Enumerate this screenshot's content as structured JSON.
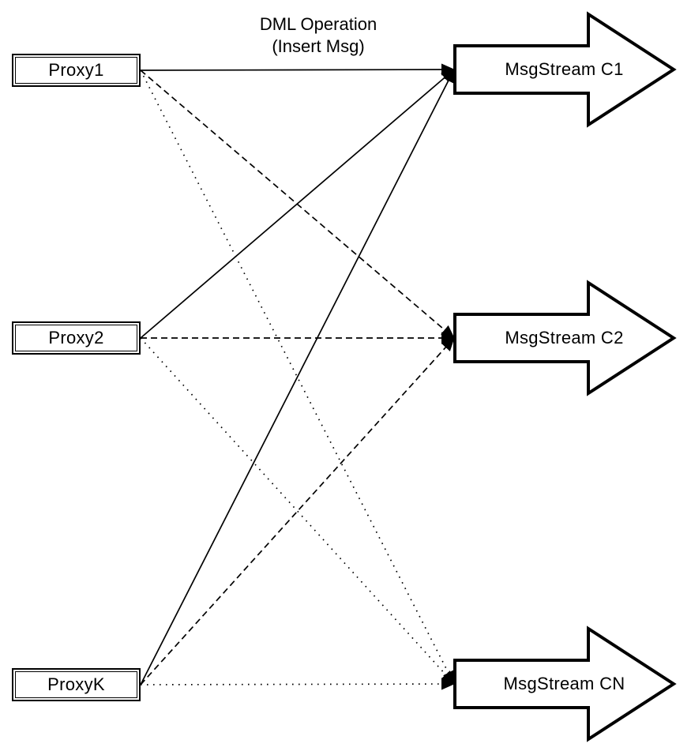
{
  "diagram": {
    "title": {
      "line1": "DML Operation",
      "line2": "(Insert Msg)"
    },
    "nodes": {
      "proxies": [
        {
          "id": "proxy1",
          "label": "Proxy1"
        },
        {
          "id": "proxy2",
          "label": "Proxy2"
        },
        {
          "id": "proxyk",
          "label": "ProxyK"
        }
      ],
      "streams": [
        {
          "id": "c1",
          "label": "MsgStream C1"
        },
        {
          "id": "c2",
          "label": "MsgStream C2"
        },
        {
          "id": "cn",
          "label": "MsgStream CN"
        }
      ]
    },
    "edges": [
      {
        "from": "proxy1",
        "to": "c1",
        "style": "solid"
      },
      {
        "from": "proxy1",
        "to": "c2",
        "style": "dashed"
      },
      {
        "from": "proxy1",
        "to": "cn",
        "style": "dotted"
      },
      {
        "from": "proxy2",
        "to": "c1",
        "style": "solid"
      },
      {
        "from": "proxy2",
        "to": "c2",
        "style": "dashed"
      },
      {
        "from": "proxy2",
        "to": "cn",
        "style": "dotted"
      },
      {
        "from": "proxyk",
        "to": "c1",
        "style": "solid"
      },
      {
        "from": "proxyk",
        "to": "c2",
        "style": "dashed"
      },
      {
        "from": "proxyk",
        "to": "cn",
        "style": "dotted"
      }
    ],
    "colors": {
      "stroke": "#000000",
      "fill": "#ffffff"
    }
  }
}
